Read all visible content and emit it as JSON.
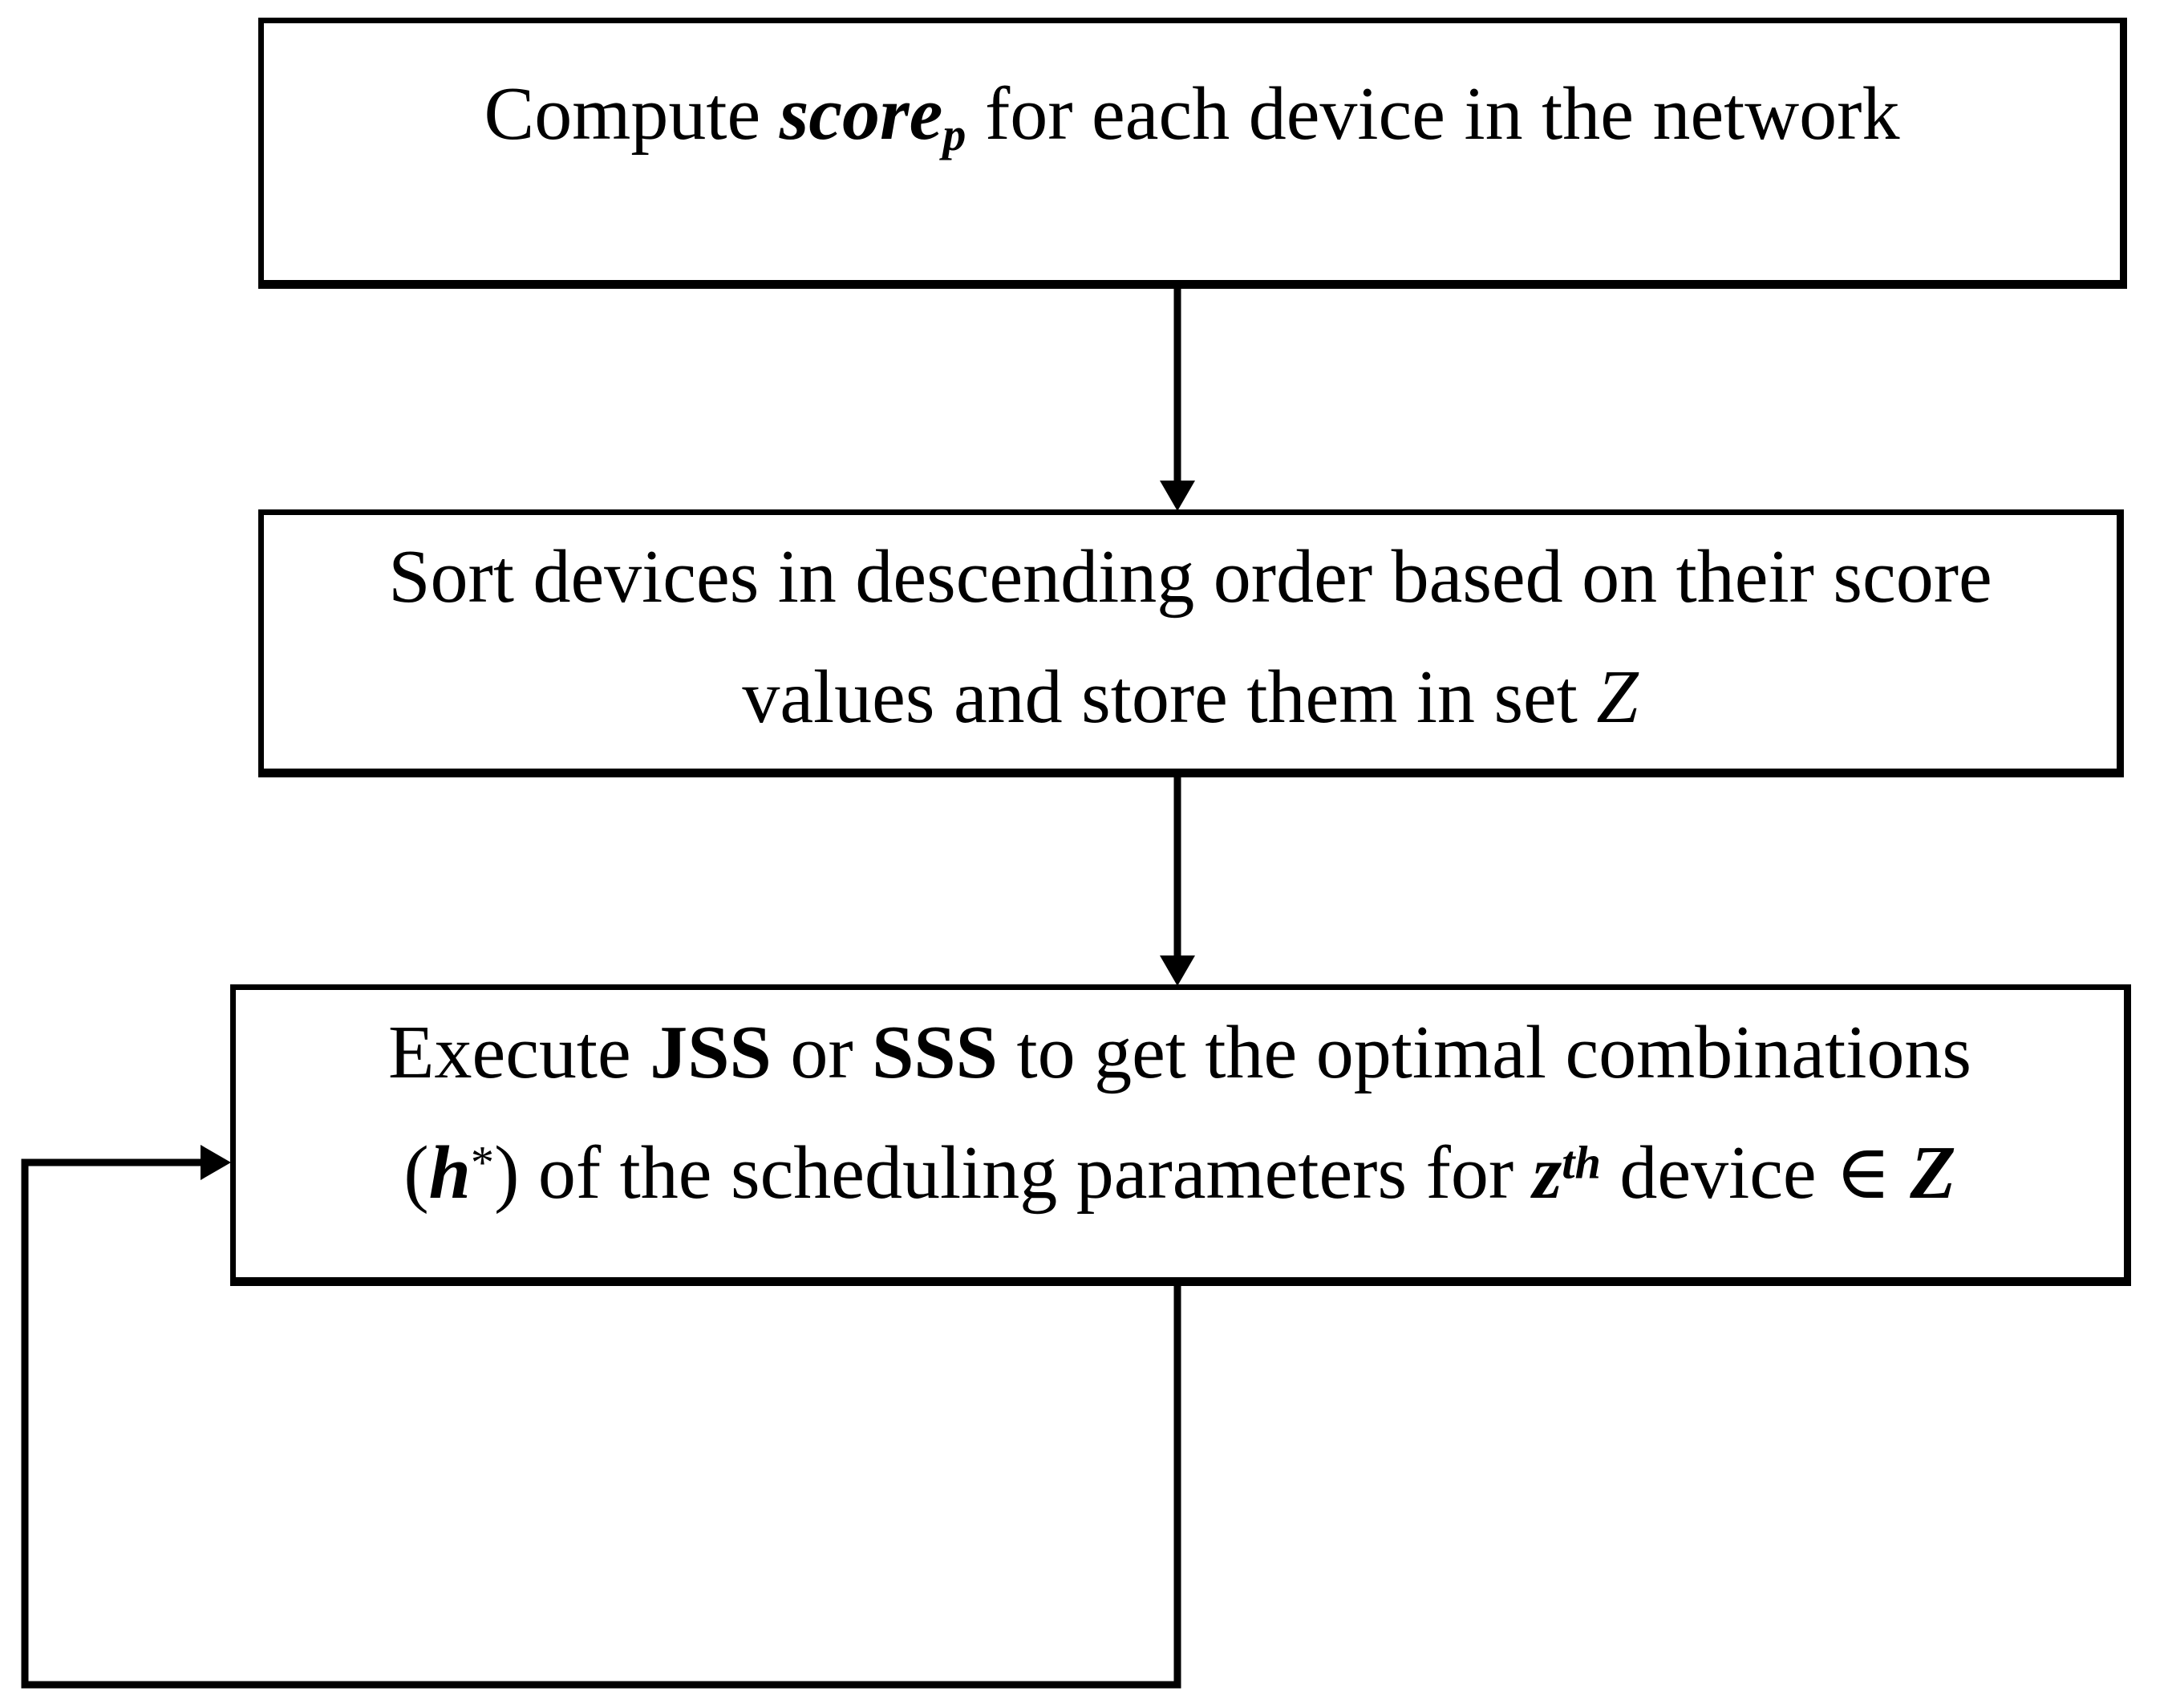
{
  "diagram": {
    "type": "flowchart",
    "colors": {
      "background": "#ffffff",
      "line": "#000000",
      "text": "#000000"
    },
    "boxes": [
      {
        "id": "compute-score",
        "lines": [
          {
            "segments": [
              {
                "text": "Compute ",
                "style": "regular"
              },
              {
                "text": "score",
                "style": "bold-italic"
              },
              {
                "text": "p",
                "style": "bold-italic-subscript"
              },
              {
                "text": " for each device in the network",
                "style": "regular"
              }
            ]
          }
        ]
      },
      {
        "id": "sort-devices",
        "lines": [
          {
            "segments": [
              {
                "text": "Sort devices in descending order based on their score",
                "style": "regular"
              }
            ]
          },
          {
            "segments": [
              {
                "text": "values and store them in set ",
                "style": "regular"
              },
              {
                "text": "Z",
                "style": "italic"
              }
            ]
          }
        ]
      },
      {
        "id": "execute-scheduling",
        "lines": [
          {
            "segments": [
              {
                "text": "Execute ",
                "style": "regular"
              },
              {
                "text": "JSS",
                "style": "bold"
              },
              {
                "text": " or ",
                "style": "regular"
              },
              {
                "text": "SSS",
                "style": "bold"
              },
              {
                "text": " to get the optimal combinations",
                "style": "regular"
              }
            ]
          },
          {
            "segments": [
              {
                "text": "(",
                "style": "regular"
              },
              {
                "text": "h",
                "style": "bold-italic"
              },
              {
                "text": "*",
                "style": "superscript"
              },
              {
                "text": ") of the scheduling parameters for ",
                "style": "regular"
              },
              {
                "text": "z",
                "style": "bold-italic"
              },
              {
                "text": "th",
                "style": "bold-italic-superscript"
              },
              {
                "text": " device ∈ ",
                "style": "regular"
              },
              {
                "text": "Z",
                "style": "bold-italic"
              }
            ]
          }
        ]
      }
    ],
    "arrows": [
      {
        "id": "compute-to-sort",
        "kind": "straight-down"
      },
      {
        "id": "sort-to-execute",
        "kind": "straight-down"
      },
      {
        "id": "execute-feedback-loop",
        "kind": "loop-down-left-up-into-execute"
      }
    ]
  }
}
